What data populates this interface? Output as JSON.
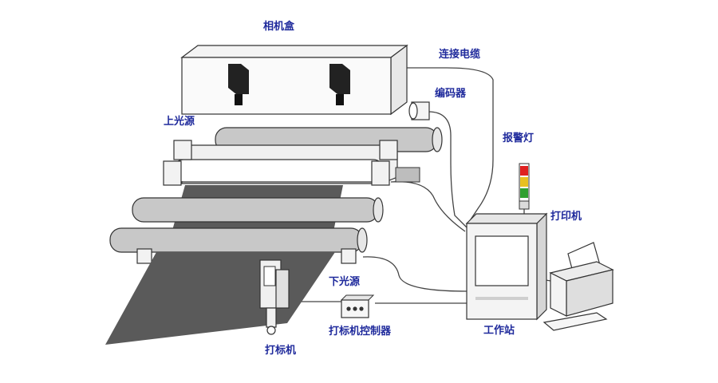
{
  "labels": {
    "camera_box": "相机盒",
    "cable": "连接电缆",
    "encoder": "编码器",
    "upper_light": "上光源",
    "alarm_light": "报警灯",
    "printer": "打印机",
    "lower_light": "下光源",
    "marker_controller": "打标机控制器",
    "workstation": "工作站",
    "marker": "打标机"
  },
  "colors": {
    "label": "#1f2a9c",
    "film": "#5a5a5a",
    "roller": "#c8c8c8",
    "outline": "#333333",
    "alarm_red": "#e02020",
    "alarm_yellow": "#e8c020",
    "alarm_green": "#30a030"
  }
}
